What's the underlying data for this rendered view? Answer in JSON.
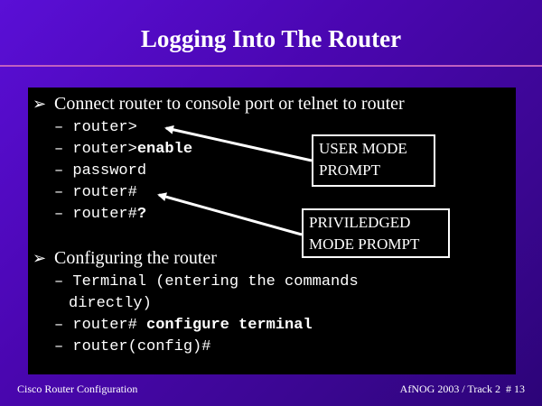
{
  "slide": {
    "title": "Logging Into The Router",
    "footer_left": "Cisco Router Configuration",
    "footer_right": "AfNOG 2003 / Track 2  # 13"
  },
  "bullets": [
    {
      "text": "Connect router to console port or telnet to router",
      "items": [
        {
          "plain": "router>",
          "bold": ""
        },
        {
          "plain": "router>",
          "bold": "enable"
        },
        {
          "plain": "password",
          "bold": ""
        },
        {
          "plain": "router#",
          "bold": ""
        },
        {
          "plain": "router#",
          "bold": "?"
        }
      ]
    },
    {
      "text": "Configuring the router",
      "items": [
        {
          "plain": "Terminal (entering the commands",
          "bold": ""
        },
        {
          "plain": "directly)",
          "bold": "",
          "continuation": true
        },
        {
          "plain": "router# ",
          "bold": "configure terminal"
        },
        {
          "plain": "router(config)#",
          "bold": ""
        }
      ]
    }
  ],
  "callouts": {
    "user_mode": {
      "line1": "USER MODE",
      "line2": "PROMPT"
    },
    "privileged_mode": {
      "line1": "PRIVILEDGED",
      "line2": "MODE PROMPT"
    }
  },
  "icons": {
    "bullet": "arrowhead-bullet-icon",
    "dash": "dash"
  }
}
